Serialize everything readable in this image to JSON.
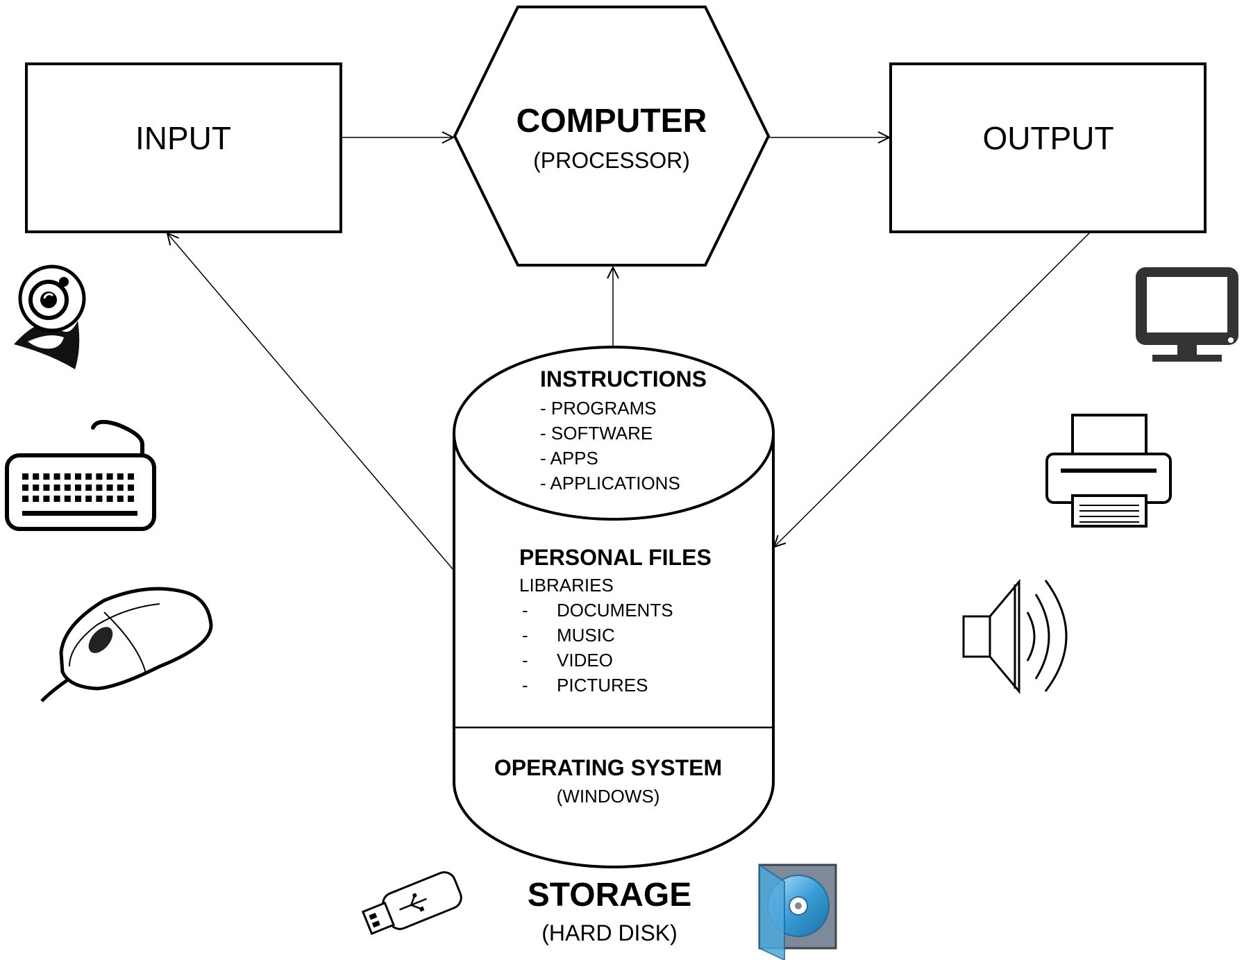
{
  "input": {
    "label": "INPUT"
  },
  "computer": {
    "title": "COMPUTER",
    "subtitle": "(PROCESSOR)"
  },
  "output": {
    "label": "OUTPUT"
  },
  "instructions": {
    "heading": "INSTRUCTIONS",
    "items": [
      "- PROGRAMS",
      "- SOFTWARE",
      "- APPS",
      "- APPLICATIONS"
    ]
  },
  "personal_files": {
    "heading": "PERSONAL FILES",
    "libraries_label": "LIBRARIES",
    "items": [
      "DOCUMENTS",
      "MUSIC",
      "VIDEO",
      "PICTURES"
    ],
    "bullet": "-"
  },
  "operating_system": {
    "heading": "OPERATING SYSTEM",
    "subtitle": "(WINDOWS)"
  },
  "storage": {
    "title": "STORAGE",
    "subtitle": "(HARD DISK)"
  },
  "icons": {
    "input_devices": [
      "webcam-icon",
      "keyboard-icon",
      "mouse-icon"
    ],
    "output_devices": [
      "monitor-icon",
      "printer-icon",
      "speaker-icon"
    ],
    "storage_media": [
      "usb-drive-icon",
      "cd-case-icon"
    ]
  },
  "colors": {
    "stroke": "#000000",
    "background": "#ffffff",
    "disc": "#3a9fd8"
  }
}
